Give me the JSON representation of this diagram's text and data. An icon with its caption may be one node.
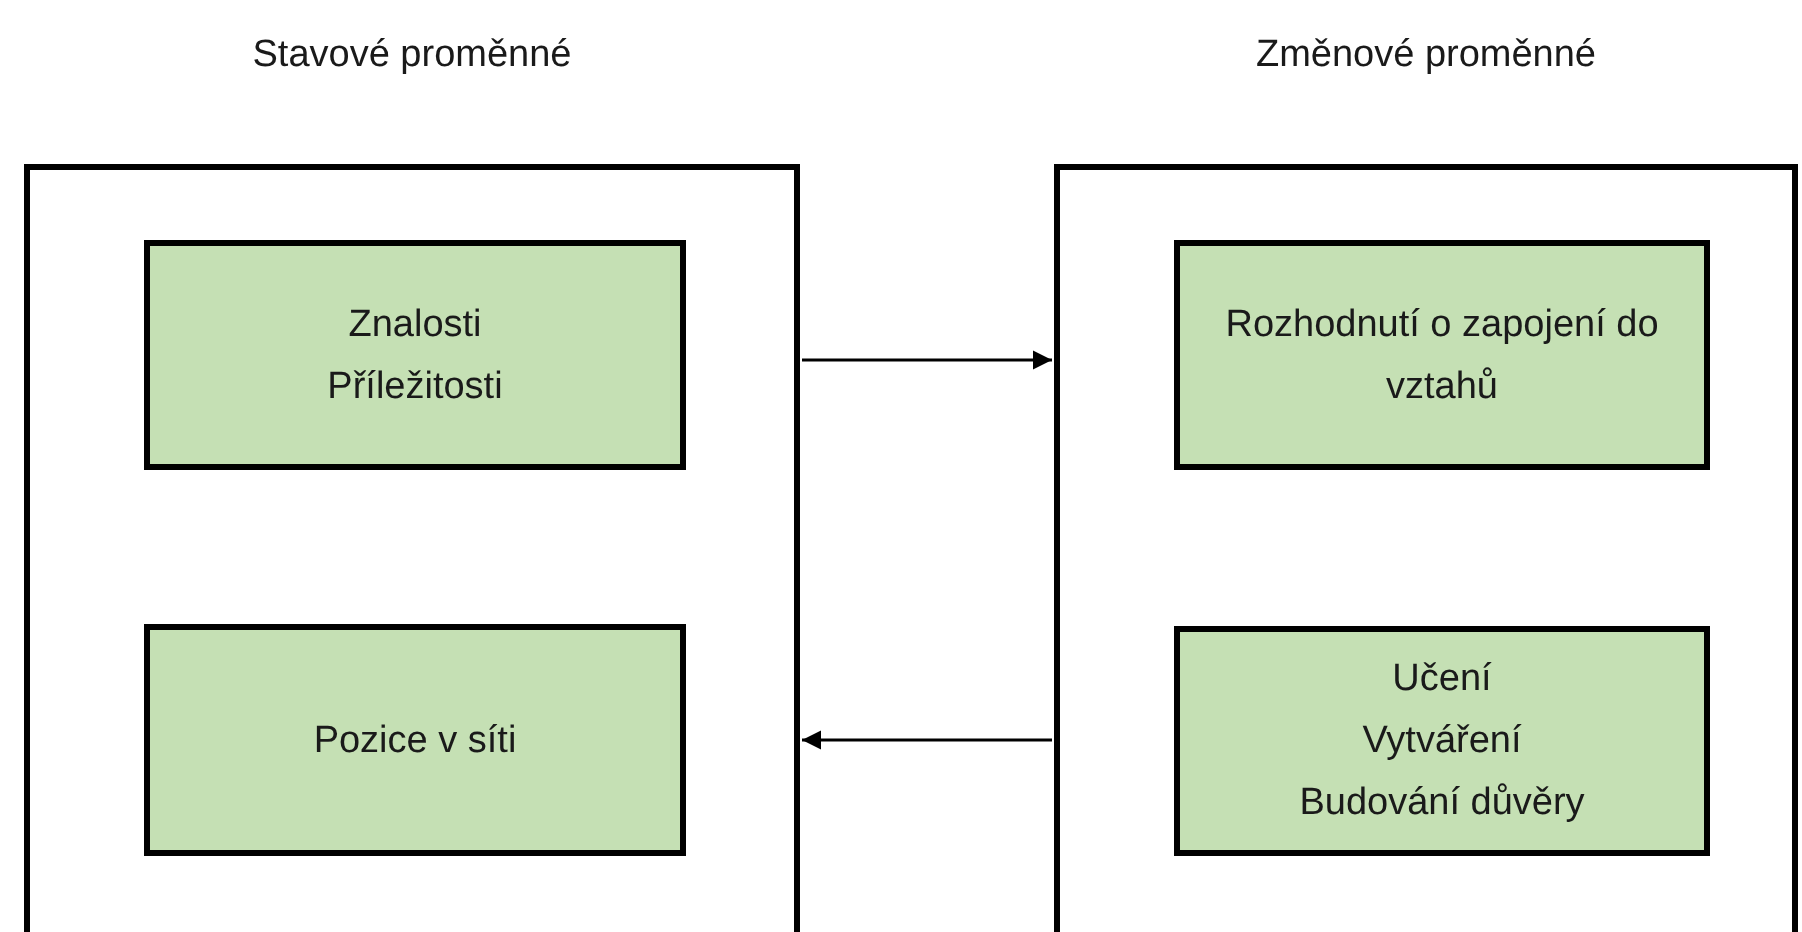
{
  "diagram": {
    "nodes": [
      {
        "text": [
          "Stavové proměnné"
        ]
      },
      {
        "text": [
          "Znalosti",
          "Příležitosti"
        ],
        "in": 0
      },
      {
        "text": [
          "Pozice v síti"
        ],
        "in": 0
      },
      {
        "text": [
          "Změnové proměnné"
        ]
      },
      {
        "text": [
          "Rozhodnutí o zapojení do vztahů"
        ],
        "in": 3
      },
      {
        "text": [
          "Učení",
          "Vytváření",
          "Budování důvěry"
        ],
        "in": 3
      }
    ],
    "edges": [
      {
        "from": 0,
        "to": 3,
        "arrow": "to"
      },
      {
        "from": 3,
        "to": 0,
        "arrow": "to"
      }
    ]
  }
}
